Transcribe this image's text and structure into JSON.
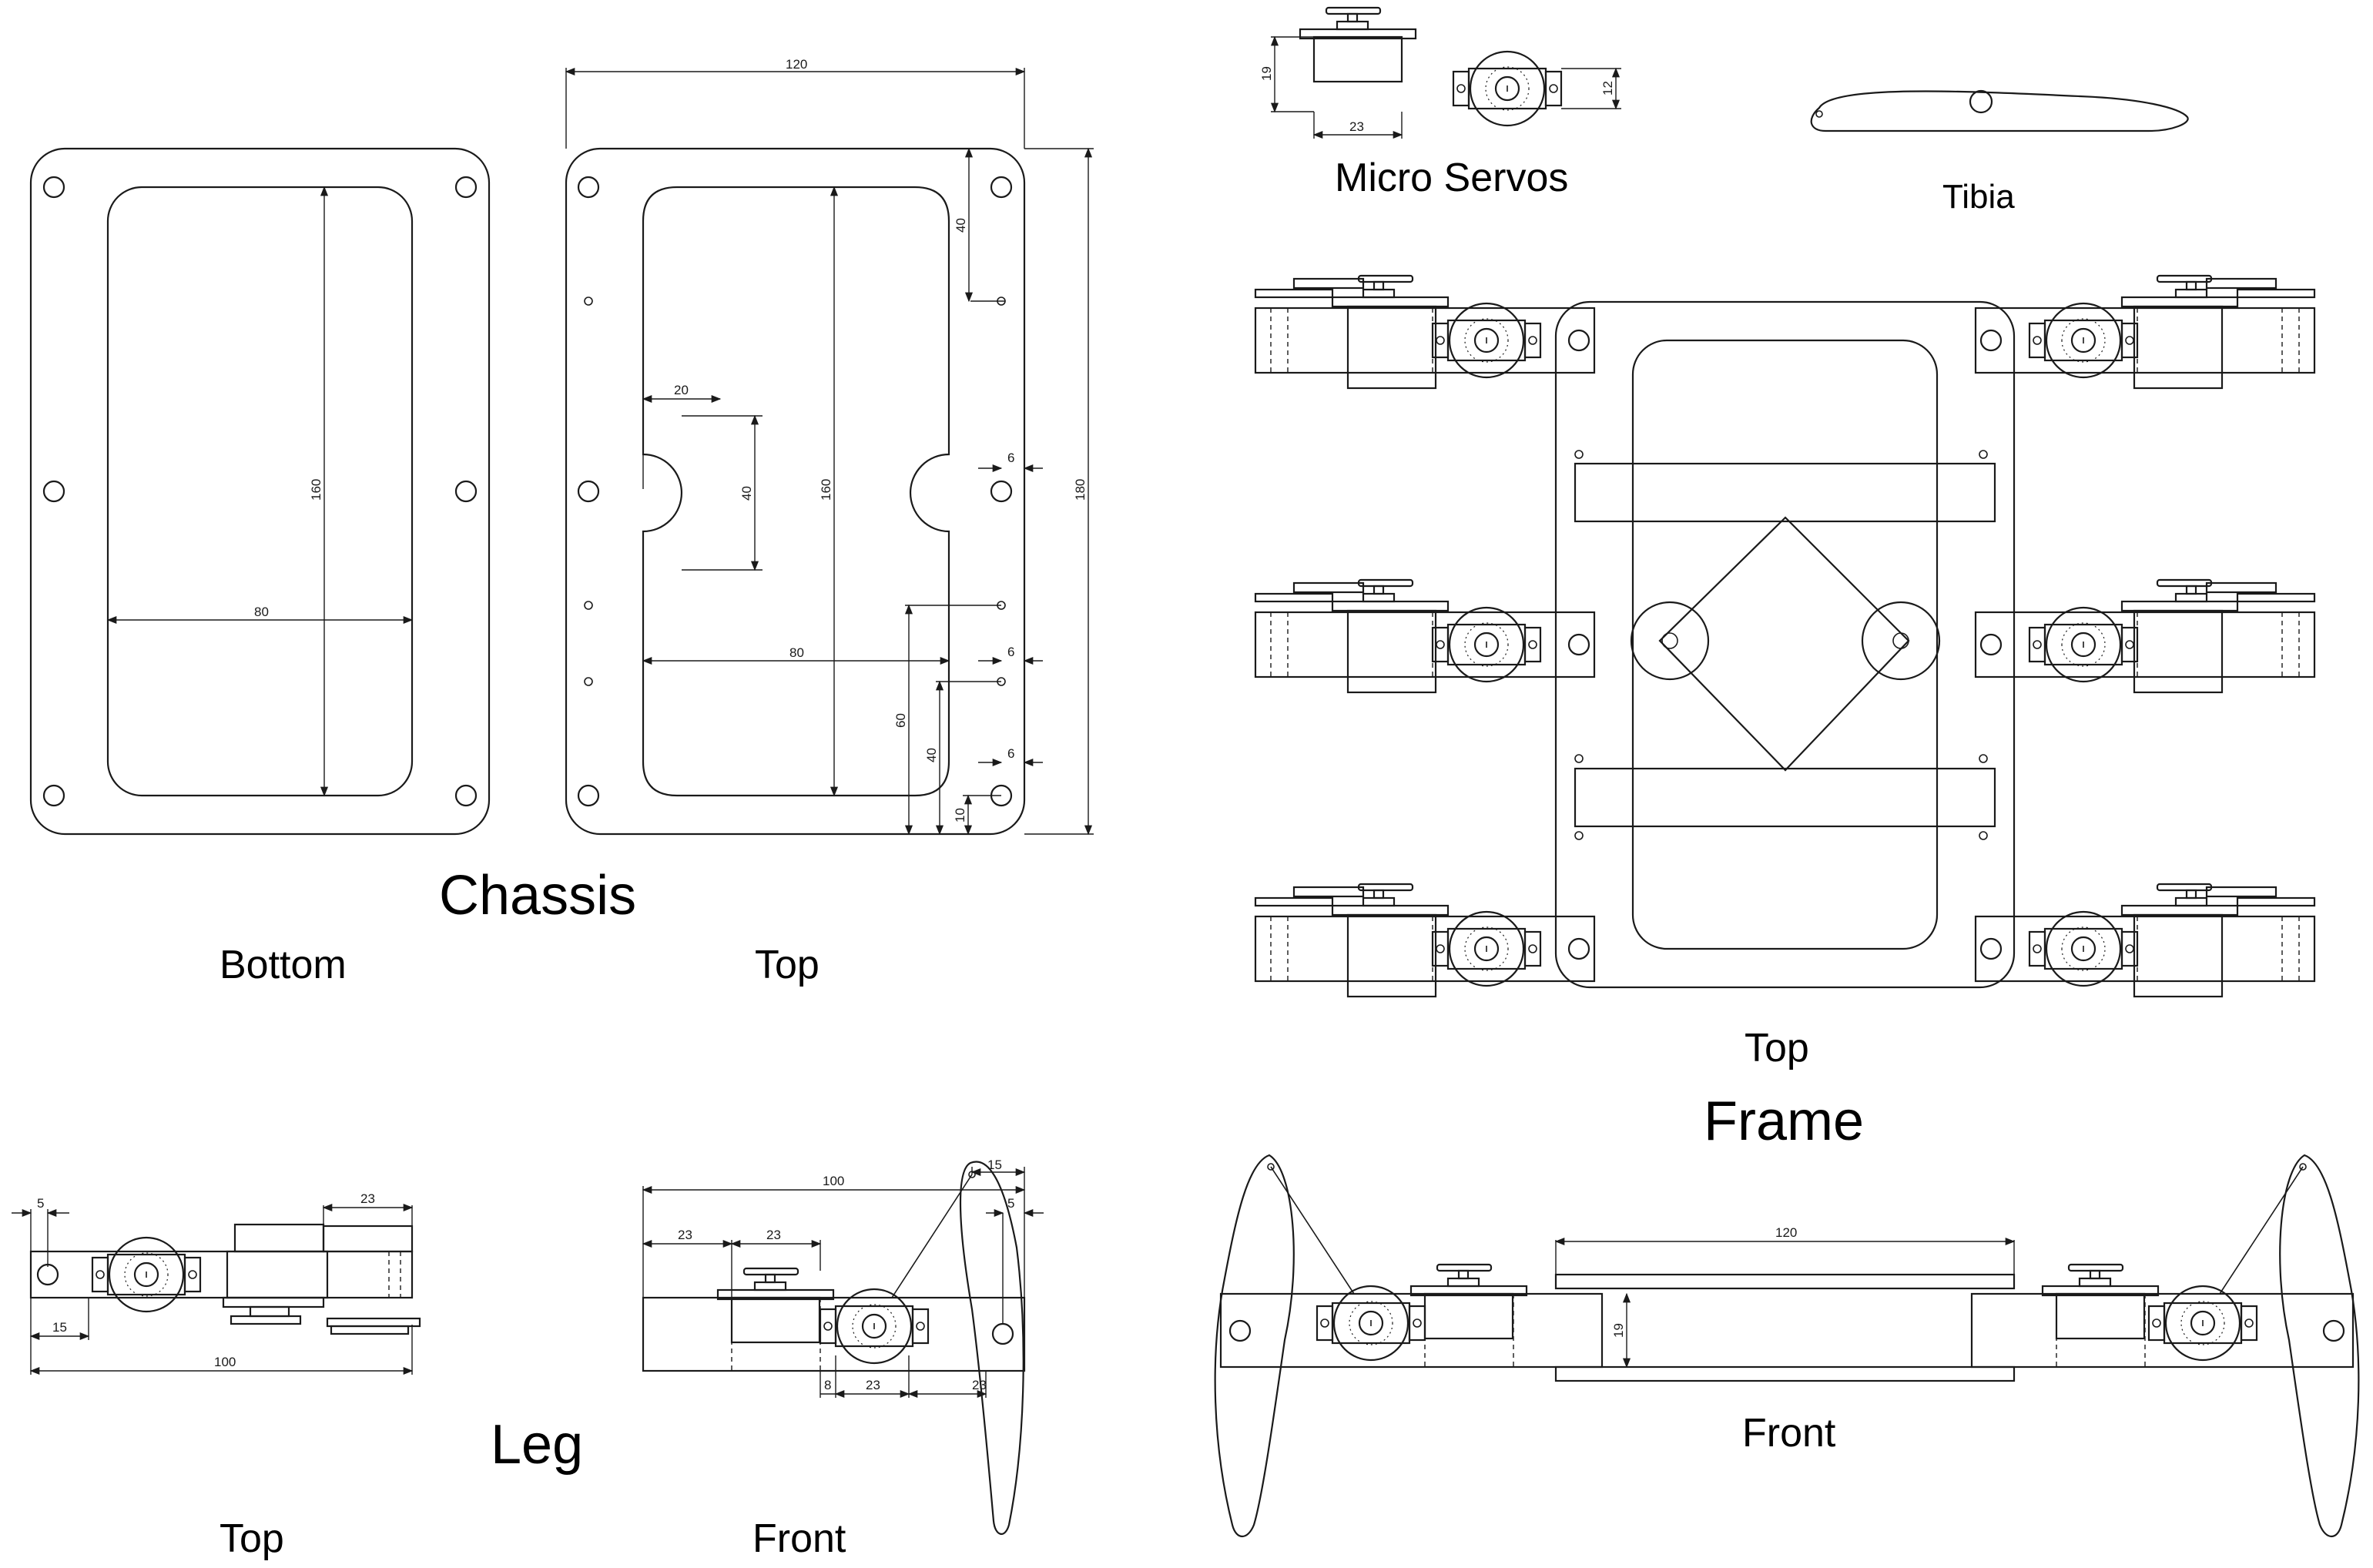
{
  "labels": {
    "chassis": "Chassis",
    "chassis_bottom": "Bottom",
    "chassis_top": "Top",
    "micro_servos": "Micro Servos",
    "tibia": "Tibia",
    "frame": "Frame",
    "frame_top": "Top",
    "frame_front": "Front",
    "leg": "Leg",
    "leg_top": "Top",
    "leg_front": "Front"
  },
  "dimensions": {
    "chassis_bottom_inner_height": "160",
    "chassis_bottom_inner_width": "80",
    "chassis_top_width": "120",
    "chassis_top_height": "180",
    "chassis_top_inner_height": "160",
    "chassis_top_inner_width": "80",
    "chassis_top_notch_offset": "20",
    "chassis_top_notch_height": "40",
    "chassis_top_hole_40": "40",
    "chassis_top_hole_6a": "6",
    "chassis_top_hole_6b": "6",
    "chassis_top_hole_6c": "6",
    "chassis_top_60": "60",
    "chassis_top_40b": "40",
    "chassis_top_10": "10",
    "servo_height": "19",
    "servo_width": "23",
    "servo_depth": "12",
    "frame_front_width": "120",
    "frame_front_height": "19",
    "leg_top_5": "5",
    "leg_top_23": "23",
    "leg_top_15": "15",
    "leg_top_100": "100",
    "leg_front_100": "100",
    "leg_front_23a": "23",
    "leg_front_23b": "23",
    "leg_front_15": "15",
    "leg_front_5": "5",
    "leg_front_8": "8",
    "leg_front_23c": "23",
    "leg_front_23d": "23"
  }
}
